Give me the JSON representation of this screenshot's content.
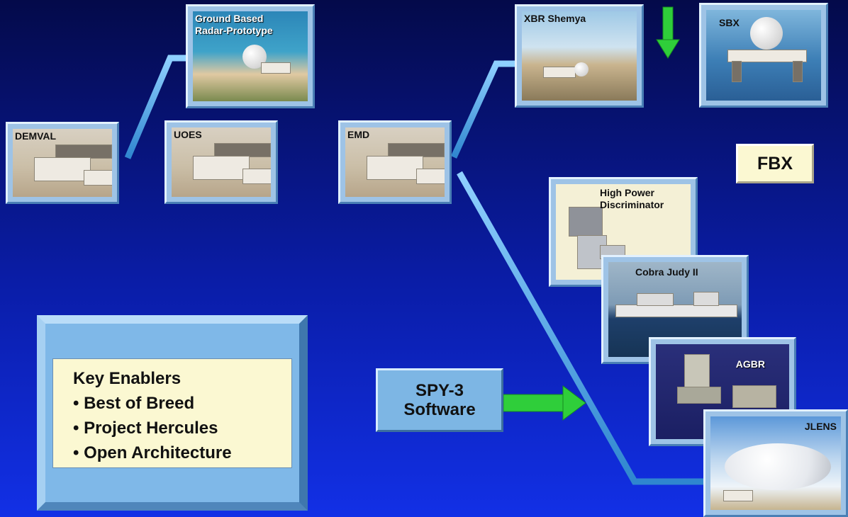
{
  "nodes": {
    "demval": "DEMVAL",
    "ground_based": "Ground Based\nRadar-Prototype",
    "uoes": "UOES",
    "emd": "EMD",
    "xbr_shemya": "XBR Shemya",
    "sbx": "SBX",
    "fbx": "FBX",
    "high_power": "High Power\nDiscriminator",
    "cobra_judy": "Cobra Judy II",
    "agbr": "AGBR",
    "jlens": "JLENS"
  },
  "spy3": {
    "line1": "SPY-3",
    "line2": "Software"
  },
  "key_enablers": {
    "title": "Key Enablers",
    "items": [
      "• Best of Breed",
      "• Project Hercules",
      "• Open Architecture"
    ]
  },
  "colors": {
    "background_top": "#040a4a",
    "background_bottom": "#1230e6",
    "line": "#4fa8e8",
    "arrow": "#2fce3a",
    "label_box": "#fbf8d2"
  }
}
